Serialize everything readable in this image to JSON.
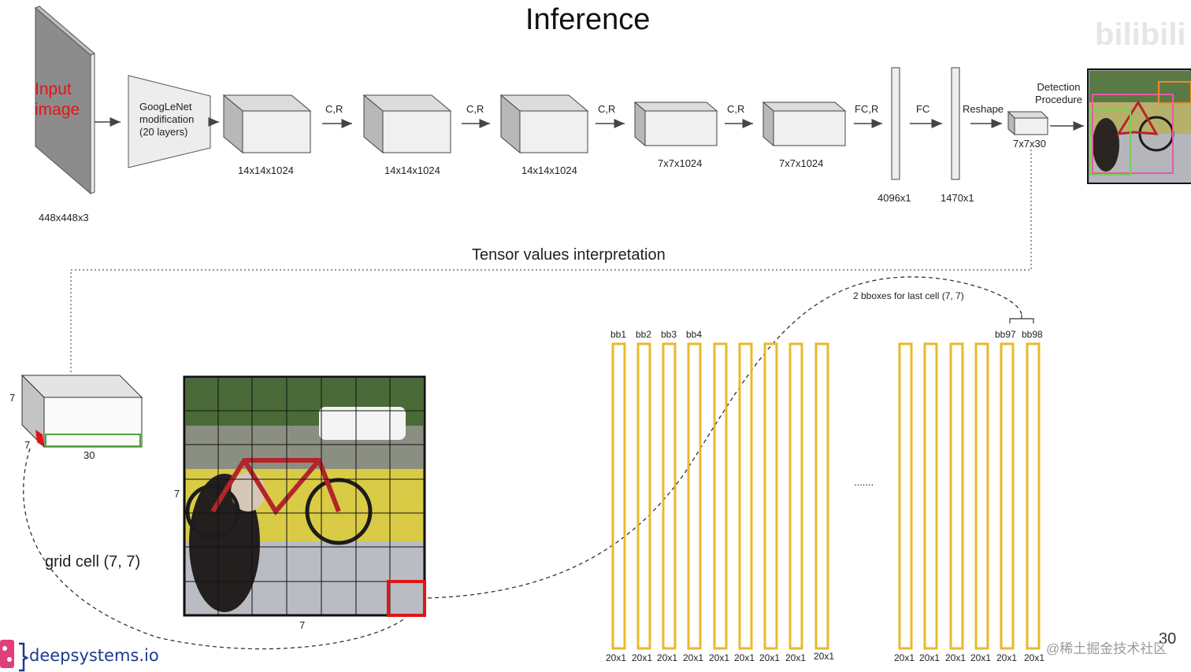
{
  "title": "Inference",
  "subtitle": "Tensor values interpretation",
  "input_label": "Input image",
  "input_dims": "448x448x3",
  "googlenet_label": "GoogLeNet modification (20 layers)",
  "edge_labels": [
    "C,R",
    "C,R",
    "C,R",
    "C,R",
    "FC,R",
    "FC",
    "Reshape"
  ],
  "block_dims": [
    "14x14x1024",
    "14x14x1024",
    "14x14x1024",
    "7x7x1024",
    "7x7x1024"
  ],
  "fc_dims": [
    "4096x1",
    "1470x1"
  ],
  "tensor_dims": "7x7x30",
  "detection_label": "Detection Procedure",
  "tensor": {
    "height": "7",
    "width": "7",
    "depth": "30"
  },
  "grid": {
    "rows": "7",
    "cols": "7"
  },
  "grid_cell_label": "grid cell (7, 7)",
  "bbox_note": "2 bboxes for last cell (7, 7)",
  "bbox_headers": [
    "bb1",
    "bb2",
    "bb3",
    "bb4",
    "bb97",
    "bb98"
  ],
  "bbox_dim": "20x1",
  "ellipsis": ".......",
  "page_number": "30",
  "brand": "deepsystems.io",
  "watermark": "@稀土掘金技术社区",
  "top_watermark": "bilibili",
  "colors": {
    "bbox_bar": "#e8b92a",
    "accent_red": "#e01616",
    "cell_green": "#4ea43a",
    "brand_blue": "#1d3a8f"
  }
}
